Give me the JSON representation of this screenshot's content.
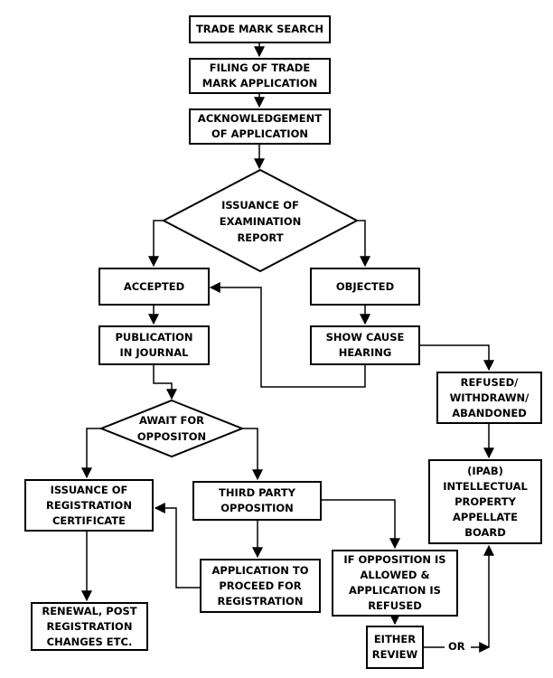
{
  "nodes": {
    "trade_mark_search": "TRADE MARK SEARCH",
    "filing": "FILING OF TRADE\nMARK APPLICATION",
    "acknowledgement": "ACKNOWLEDGEMENT\nOF APPLICATION",
    "examination_report": "ISSUANCE OF\nEXAMINATION\nREPORT",
    "accepted": "ACCEPTED",
    "objected": "OBJECTED",
    "publication": "PUBLICATION\nIN JOURNAL",
    "show_cause": "SHOW CAUSE\nHEARING",
    "refused": "REFUSED/\nWITHDRAWN/\nABANDONED",
    "await_opposition": "AWAIT FOR\nOPPOSITON",
    "registration_certificate": "ISSUANCE OF\nREGISTRATION\nCERTIFICATE",
    "third_party": "THIRD PARTY\nOPPOSITION",
    "ipab": "(IPAB)\nINTELLECTUAL\nPROPERTY\nAPPELLATE\nBOARD",
    "proceed": "APPLICATION TO\nPROCEED FOR\nREGISTRATION",
    "opposition_allowed": "IF OPPOSITION IS\nALLOWED &\nAPPLICATION IS\nREFUSED",
    "renewal": "RENEWAL, POST\nREGISTRATION\nCHANGES ETC.",
    "either_review": "EITHER\nREVIEW"
  },
  "edge_labels": {
    "or": "OR"
  }
}
